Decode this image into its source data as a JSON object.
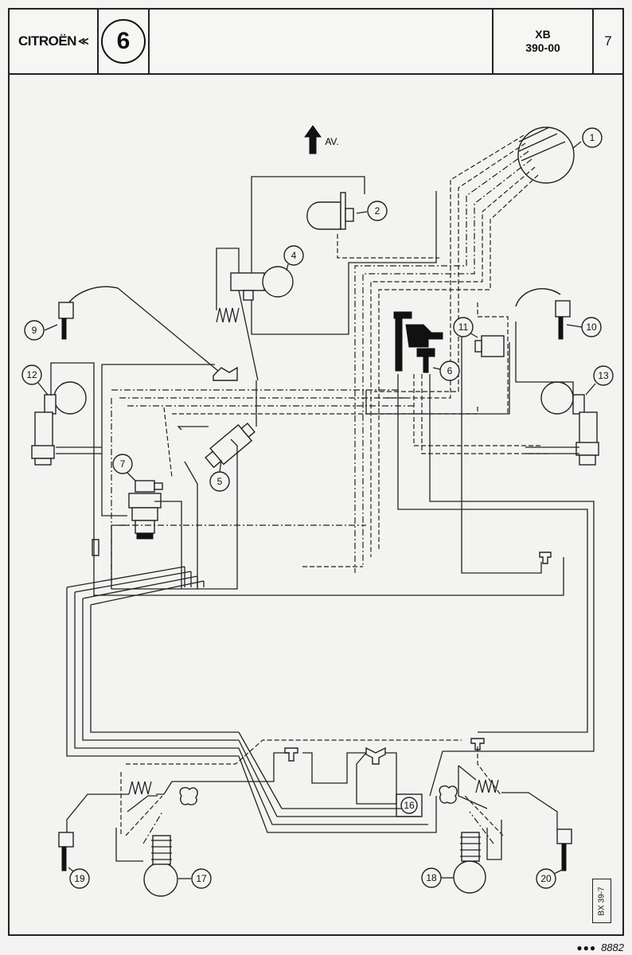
{
  "header": {
    "brand": "CITROËN",
    "chapter": "6",
    "model": "XB",
    "code": "390-00",
    "page": "7"
  },
  "diagram": {
    "direction_label": "AV.",
    "callouts": [
      "1",
      "2",
      "4",
      "5",
      "6",
      "7",
      "9",
      "10",
      "11",
      "12",
      "13",
      "16",
      "17",
      "18",
      "19",
      "20"
    ],
    "reference": "BX 39-7"
  },
  "footer": {
    "number": "8882"
  }
}
